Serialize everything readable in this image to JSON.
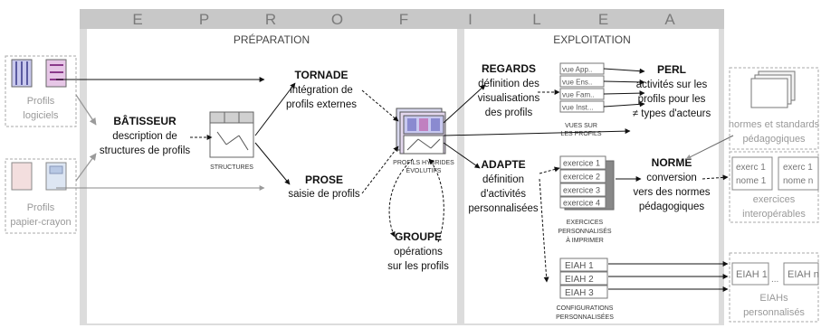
{
  "banner_letters": [
    "E",
    "P",
    "R",
    "O",
    "F",
    "I",
    "L",
    "E",
    "A"
  ],
  "sections": {
    "preparation": "PRÉPARATION",
    "exploitation": "EXPLOITATION"
  },
  "inputs": {
    "logiciels": [
      "Profils",
      "logiciels"
    ],
    "papier": [
      "Profils",
      "papier-crayon"
    ]
  },
  "batisseur": {
    "title": "BÂTISSEUR",
    "lines": [
      "description de",
      "structures de profils"
    ]
  },
  "structures_label": "STRUCTURES",
  "tornade": {
    "title": "TORNADE",
    "lines": [
      "intégration de",
      "profils externes"
    ]
  },
  "prose": {
    "title": "PROSE",
    "lines": [
      "saisie de profils"
    ]
  },
  "hybrid_label": [
    "PROFILS HYBRIDES",
    "ÉVOLUTIFS"
  ],
  "groupe": {
    "title": "GROUPE",
    "lines": [
      "opérations",
      "sur les profils"
    ]
  },
  "regards": {
    "title": "REGARDS",
    "lines": [
      "définition des",
      "visualisations",
      "des profils"
    ]
  },
  "vues": {
    "items": [
      "vue App..",
      "vue Ens..",
      "vue Fam..",
      "vue Inst..."
    ],
    "label": [
      "VUES SUR",
      "LES PROFILS"
    ]
  },
  "perl": {
    "title": "PERL",
    "lines": [
      "activités sur les",
      "profils pour les",
      "≠ types d'acteurs"
    ]
  },
  "adapte": {
    "title": "ADAPTE",
    "lines": [
      "définition",
      "d'activités",
      "personnalisées"
    ]
  },
  "exercices": {
    "items": [
      "exercice 1",
      "exercice 2",
      "exercice 3",
      "exercice 4"
    ],
    "label": [
      "EXERCICES",
      "PERSONNALISÉS",
      "À IMPRIMER"
    ]
  },
  "eiah": {
    "items": [
      "EIAH 1",
      "EIAH 2",
      "EIAH 3"
    ],
    "label": [
      "CONFIGURATIONS",
      "PERSONNALISÉES"
    ]
  },
  "norme": {
    "title": "NORME",
    "lines": [
      "conversion",
      "vers des normes",
      "pédagogiques"
    ]
  },
  "outputs": {
    "normes": [
      "normes et standards",
      "pédagogiques"
    ],
    "exercices": {
      "boxes": [
        [
          "exerc 1",
          "nome 1"
        ],
        [
          "exerc 1",
          "nome n"
        ]
      ],
      "label": [
        "exercices",
        "interopérables"
      ]
    },
    "eiahs": {
      "boxes": [
        "EIAH 1",
        "...",
        "EIAH n"
      ],
      "label": [
        "EIAHs",
        "personnalisés"
      ]
    }
  }
}
